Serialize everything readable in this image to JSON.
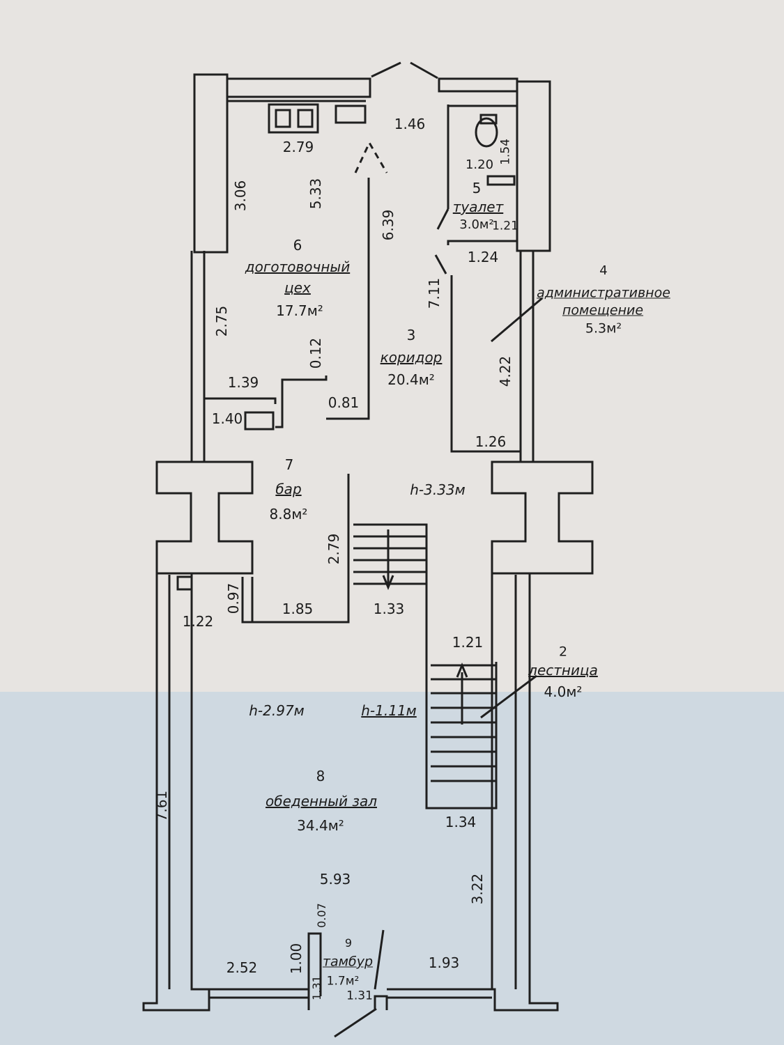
{
  "rooms": [
    {
      "num": "2",
      "name": "лестница",
      "area": "4.0м²"
    },
    {
      "num": "3",
      "name": "коридор",
      "area": "20.4м²"
    },
    {
      "num": "4",
      "name": "административное",
      "name2": "помещение",
      "area": "5.3м²"
    },
    {
      "num": "5",
      "name": "туалет",
      "area": "3.0м²"
    },
    {
      "num": "6",
      "name": "доготовочный",
      "name2": "цех",
      "area": "17.7м²"
    },
    {
      "num": "7",
      "name": "бар",
      "area": "8.8м²"
    },
    {
      "num": "8",
      "name": "обеденный зал",
      "area": "34.4м²"
    },
    {
      "num": "9",
      "name": "тамбур",
      "area": "1.7м²"
    }
  ],
  "heights": [
    "h-3.33м",
    "h-2.97м",
    "h-1.11м"
  ],
  "dims": {
    "d146": "1.46",
    "d279a": "2.79",
    "d306": "3.06",
    "d533": "5.33",
    "d639": "6.39",
    "d120": "1.20",
    "d154": "1.54",
    "d121a": "1.21",
    "d124": "1.24",
    "d711": "7.11",
    "d275": "2.75",
    "d012": "0.12",
    "d139": "1.39",
    "d140": "1.40",
    "d081": "0.81",
    "d422": "4.22",
    "d126": "1.26",
    "d279b": "2.79",
    "d097": "0.97",
    "d122": "1.22",
    "d185": "1.85",
    "d133": "1.33",
    "d121b": "1.21",
    "d761": "7.61",
    "d134": "1.34",
    "d593": "5.93",
    "d322": "3.22",
    "d007": "0.07",
    "d100": "1.00",
    "d252": "2.52",
    "d131a": "1.31",
    "d131b": "1.31",
    "d193": "1.93"
  }
}
